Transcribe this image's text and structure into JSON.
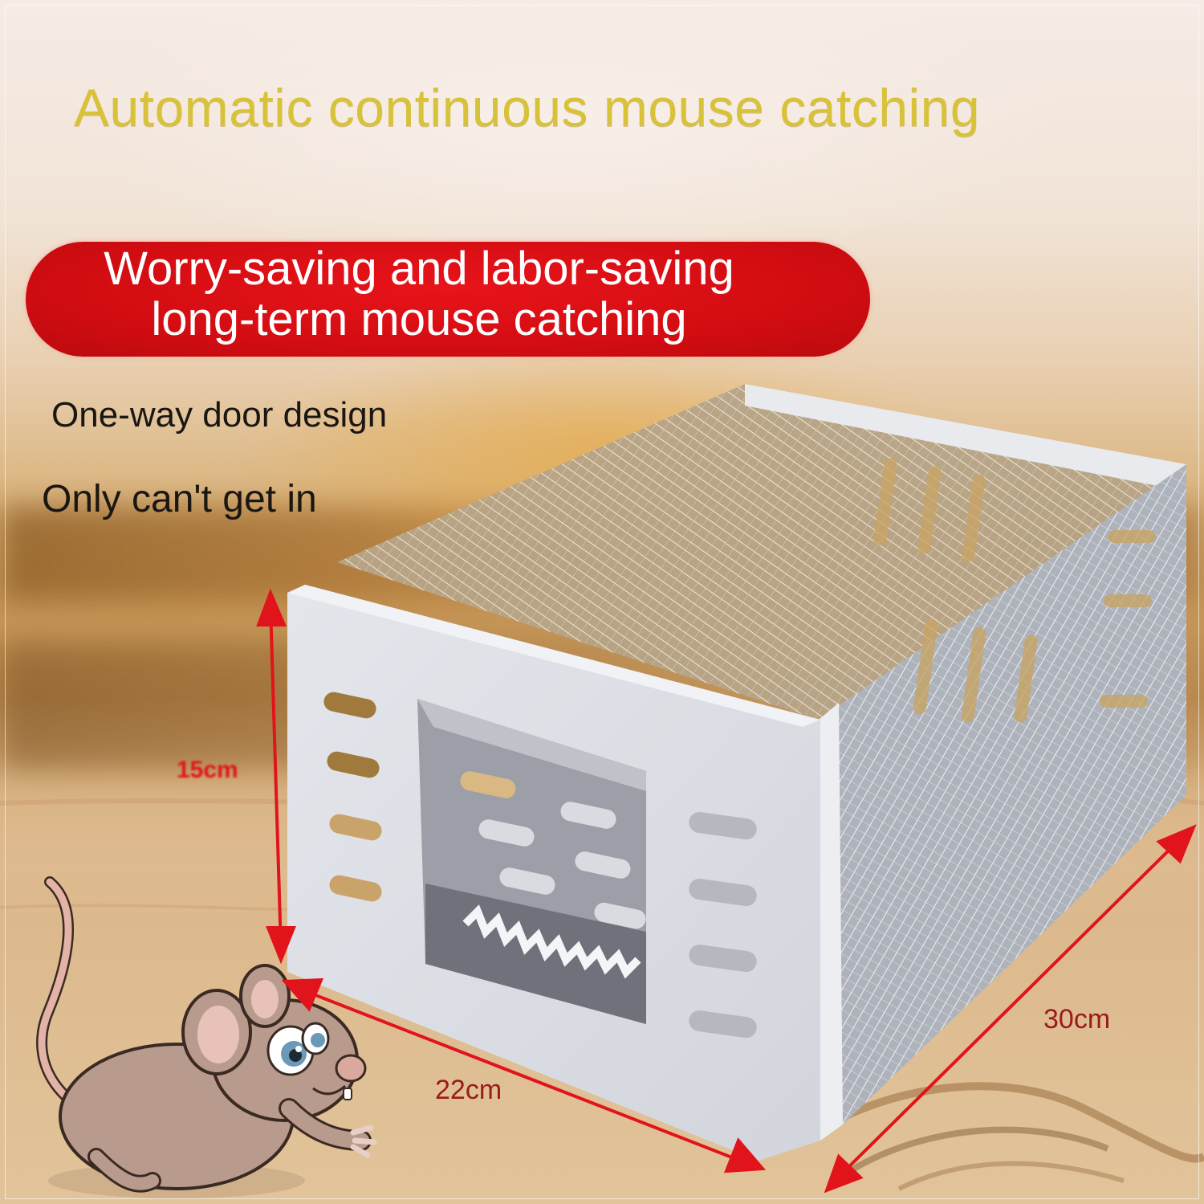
{
  "headline": "Automatic continuous mouse catching",
  "banner": {
    "line1": "Worry-saving and labor-saving",
    "line2": "long-term mouse catching",
    "color": "#d30d12"
  },
  "features": [
    {
      "label": "One-way door design"
    },
    {
      "label": "Only can't get in"
    }
  ],
  "dimensions": {
    "height": "15cm",
    "width": "22cm",
    "length": "30cm",
    "arrow_color": "#e0141a"
  },
  "product": {
    "name": "mouse-trap-cage",
    "body_color": "#d9dce3",
    "mesh_color": "#c7cad1"
  },
  "colors": {
    "headline": "#d8c23a",
    "feature_text": "#1a1612",
    "dimension_text": "#9b1a1c"
  }
}
